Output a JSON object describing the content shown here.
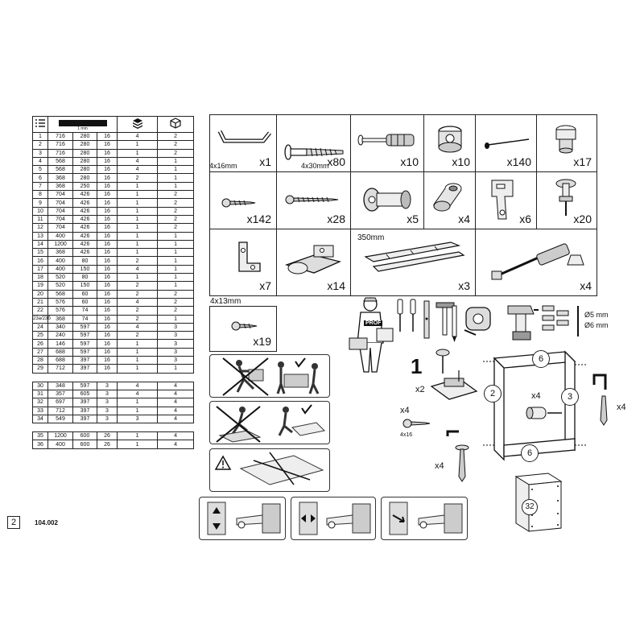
{
  "table": {
    "rows": [
      [
        "1",
        "716",
        "280",
        "16",
        "4",
        "2"
      ],
      [
        "2",
        "716",
        "280",
        "16",
        "1",
        "2"
      ],
      [
        "3",
        "716",
        "280",
        "16",
        "1",
        "2"
      ],
      [
        "4",
        "568",
        "280",
        "16",
        "4",
        "1"
      ],
      [
        "5",
        "568",
        "280",
        "16",
        "4",
        "1"
      ],
      [
        "6",
        "368",
        "280",
        "16",
        "2",
        "1"
      ],
      [
        "7",
        "368",
        "250",
        "16",
        "1",
        "1"
      ],
      [
        "8",
        "704",
        "426",
        "16",
        "1",
        "2"
      ],
      [
        "9",
        "704",
        "426",
        "16",
        "1",
        "2"
      ],
      [
        "10",
        "704",
        "426",
        "16",
        "1",
        "2"
      ],
      [
        "11",
        "704",
        "426",
        "16",
        "1",
        "2"
      ],
      [
        "12",
        "704",
        "426",
        "16",
        "1",
        "2"
      ],
      [
        "13",
        "400",
        "426",
        "16",
        "1",
        "1"
      ],
      [
        "14",
        "1200",
        "426",
        "16",
        "1",
        "1"
      ],
      [
        "15",
        "368",
        "426",
        "16",
        "1",
        "1"
      ],
      [
        "16",
        "400",
        "80",
        "16",
        "2",
        "1"
      ],
      [
        "17",
        "400",
        "150",
        "16",
        "4",
        "1"
      ],
      [
        "18",
        "520",
        "80",
        "16",
        "1",
        "1"
      ],
      [
        "19",
        "520",
        "150",
        "16",
        "2",
        "1"
      ],
      [
        "20",
        "568",
        "60",
        "16",
        "2",
        "2"
      ],
      [
        "21",
        "576",
        "60",
        "16",
        "4",
        "2"
      ],
      [
        "22",
        "576",
        "74",
        "16",
        "2",
        "2"
      ],
      [
        "23a/23б",
        "368",
        "74",
        "16",
        "2",
        "1"
      ],
      [
        "24",
        "340",
        "597",
        "16",
        "4",
        "3"
      ],
      [
        "25",
        "240",
        "597",
        "16",
        "2",
        "3"
      ],
      [
        "26",
        "146",
        "597",
        "16",
        "1",
        "3"
      ],
      [
        "27",
        "688",
        "597",
        "16",
        "1",
        "3"
      ],
      [
        "28",
        "688",
        "397",
        "16",
        "1",
        "3"
      ],
      [
        "29",
        "712",
        "397",
        "16",
        "1",
        "1"
      ]
    ],
    "rows2": [
      [
        "30",
        "348",
        "597",
        "3",
        "4",
        "4"
      ],
      [
        "31",
        "357",
        "605",
        "3",
        "4",
        "4"
      ],
      [
        "32",
        "697",
        "397",
        "3",
        "1",
        "4"
      ],
      [
        "33",
        "712",
        "397",
        "3",
        "1",
        "4"
      ],
      [
        "34",
        "549",
        "397",
        "3",
        "3",
        "4"
      ]
    ],
    "rows3": [
      [
        "35",
        "1200",
        "600",
        "26",
        "1",
        "4"
      ],
      [
        "36",
        "400",
        "600",
        "26",
        "1",
        "4"
      ]
    ],
    "ruler_label": "1 mm"
  },
  "hardware": {
    "q1": "x1",
    "q2": "x80",
    "q3": "x10",
    "q4": "x10",
    "q5": "x140",
    "q6": "x17",
    "l7": "4x16mm",
    "l8": "4x30mm",
    "q7": "x142",
    "q8": "x28",
    "q9": "x5",
    "q10": "x4",
    "q11": "x6",
    "q12": "x20",
    "l15": "350mm",
    "q13": "x7",
    "q14": "x14",
    "q15": "x3",
    "q16": "x4",
    "l17": "4x13mm",
    "q17": "x19"
  },
  "tools": {
    "badge": "PROF",
    "bit1": "Ø5 mm",
    "bit2": "Ø6 mm"
  },
  "assembly": {
    "step": "1",
    "c6a": "6",
    "c2": "2",
    "c3": "3",
    "c6b": "6",
    "c32": "32",
    "x2": "x2",
    "x4a": "x4",
    "x4b": "x4",
    "x4c": "x4",
    "x4d": "x4",
    "screw": "4x16"
  },
  "footer": {
    "page": "2",
    "code": "104.002"
  }
}
